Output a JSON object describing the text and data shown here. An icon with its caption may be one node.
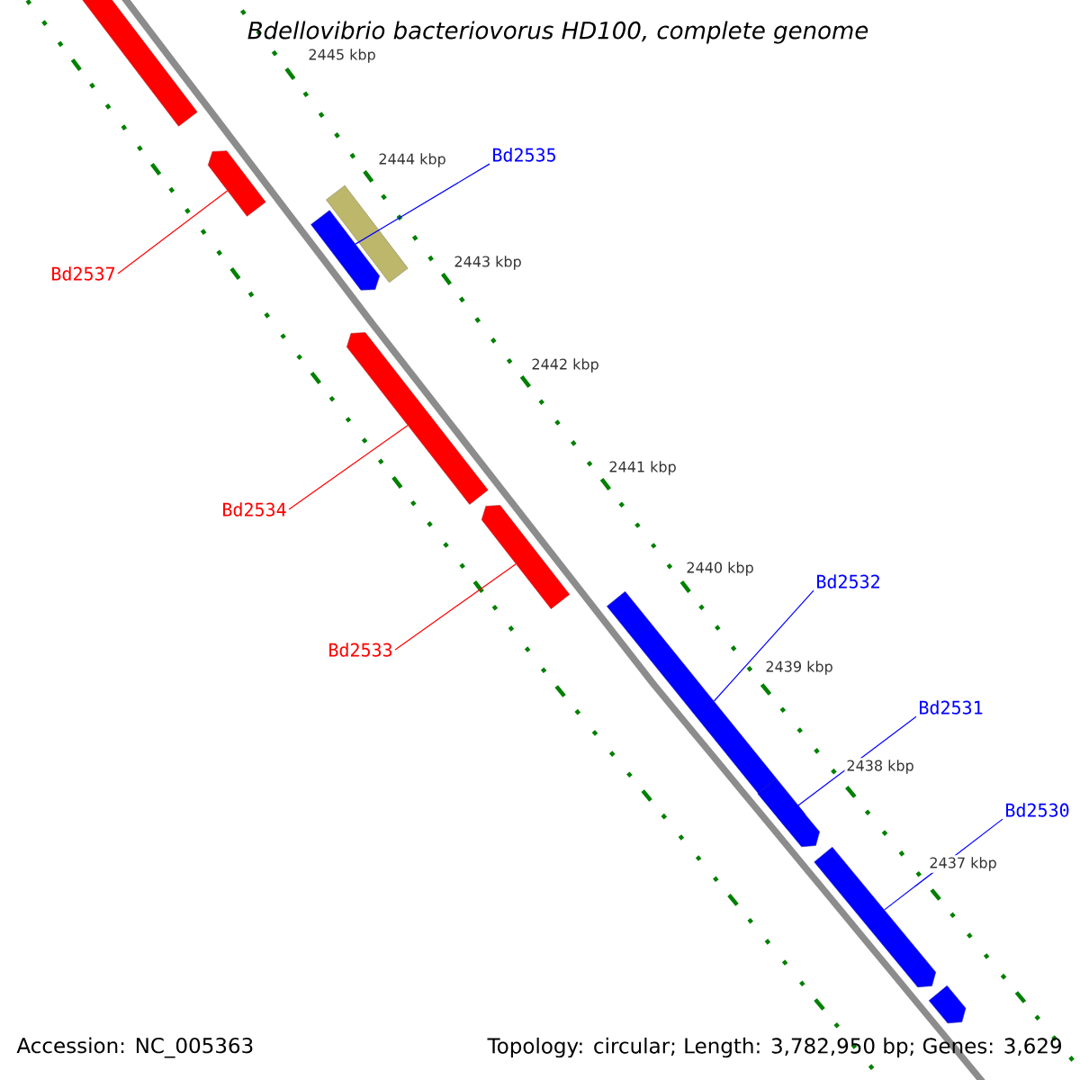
{
  "diagram": {
    "title": "Bdellovibrio bacteriovorus HD100, complete genome",
    "nodes": [
      {
        "text": [],
        "shape": "arrow"
      },
      {
        "text": [],
        "shape": "arrow"
      },
      {
        "text": [],
        "shape": "arrow"
      },
      {
        "text": [],
        "shape": "box"
      },
      {
        "text": [],
        "shape": "arrow"
      },
      {
        "text": [],
        "shape": "arrow"
      },
      {
        "text": [],
        "shape": "arrow"
      },
      {
        "text": [],
        "shape": "arrow"
      },
      {
        "text": [],
        "shape": "arrow"
      },
      {
        "text": [],
        "shape": "arrow"
      },
      {
        "text": [
          "Bd2535"
        ]
      },
      {
        "text": [
          "Bd2537"
        ]
      },
      {
        "text": [
          "Bd2534"
        ]
      },
      {
        "text": [
          "Bd2533"
        ]
      },
      {
        "text": [
          "Bd2532"
        ]
      },
      {
        "text": [
          "Bd2531"
        ]
      },
      {
        "text": [
          "Bd2530"
        ]
      }
    ],
    "edges": [
      {
        "from": 10,
        "to": 2,
        "arrow": "none"
      },
      {
        "from": 11,
        "to": 1,
        "arrow": "none",
        "color": "#ff0000"
      },
      {
        "from": 12,
        "to": 4,
        "arrow": "none",
        "color": "#ff0000"
      },
      {
        "from": 13,
        "to": 5,
        "arrow": "none",
        "color": "#ff0000"
      },
      {
        "from": 14,
        "to": 6,
        "arrow": "none"
      },
      {
        "from": 15,
        "to": 7,
        "arrow": "none"
      },
      {
        "from": 16,
        "to": 8,
        "arrow": "none"
      }
    ],
    "labels": [
      "2445 kbp",
      "2444 kbp",
      "2443 kbp",
      "2442 kbp",
      "2441 kbp",
      "2440 kbp",
      "2439 kbp",
      "2438 kbp",
      "2437 kbp",
      "Accession: NC_005363",
      "Topology: circular; Length: 3,782,950 bp; Genes: 3,629"
    ]
  }
}
